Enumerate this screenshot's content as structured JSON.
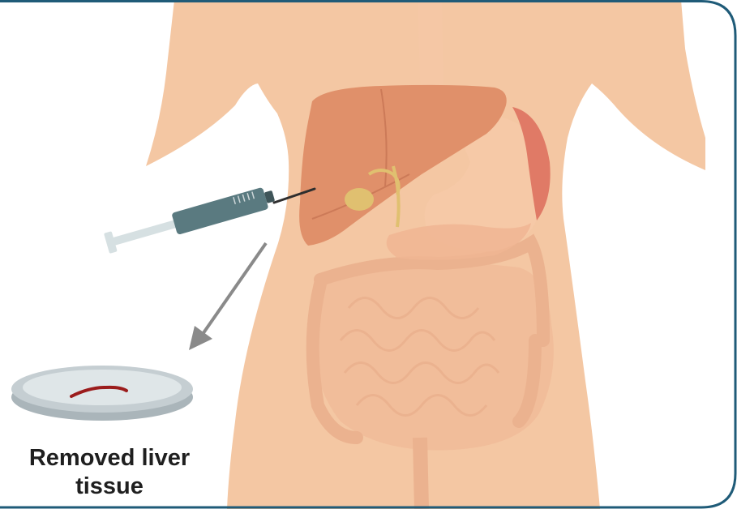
{
  "figure": {
    "caption_line1": "Removed liver",
    "caption_line2": "tissue",
    "icons": [
      "torso-illustration",
      "liver-icon",
      "gallbladder-icon",
      "stomach-icon",
      "spleen-icon",
      "intestines-icon",
      "biopsy-needle-icon",
      "syringe-icon",
      "arrow-icon",
      "petri-dish-icon",
      "tissue-sample-icon"
    ]
  },
  "colors": {
    "frame": "#1f5b78",
    "skin": "#f4c7a3",
    "liver": "#e0906a",
    "liver_dark": "#cc7a58",
    "gallbladder": "#e0c070",
    "stomach": "#f6c9a8",
    "spleen": "#e07a66",
    "intestine": "#f0b593",
    "intestine_stroke": "#e4a27f",
    "syringe_barrel": "#5a7a80",
    "syringe_plunger": "#d6e0e2",
    "arrow": "#8a8a8a",
    "dish": "#c5ced2",
    "tissue": "#9b1c1c"
  }
}
